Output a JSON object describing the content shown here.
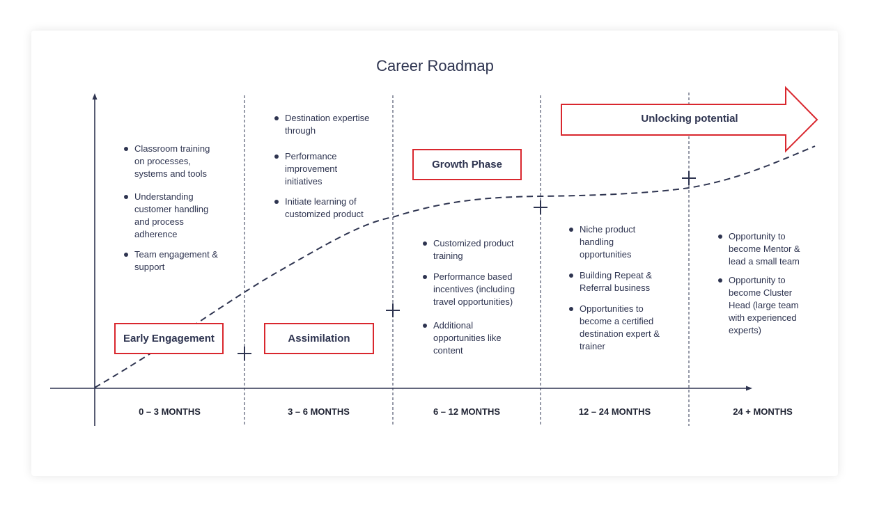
{
  "title": "Career Roadmap",
  "colors": {
    "ink": "#2e3450",
    "accent_red": "#d9272e",
    "card_bg": "#ffffff"
  },
  "phases": {
    "early_engagement": "Early Engagement",
    "assimilation": "Assimilation",
    "growth_phase": "Growth Phase",
    "unlocking_potential": "Unlocking potential"
  },
  "months": [
    "0 – 3 MONTHS",
    "3 – 6 MONTHS",
    "6 – 12 MONTHS",
    "12 – 24 MONTHS",
    "24 + MONTHS"
  ],
  "columns": [
    {
      "items": [
        "Classroom training on processes, systems and tools",
        "Understanding customer handling and process adherence",
        "Team engagement & support"
      ]
    },
    {
      "items": [
        "Destination expertise through",
        "Performance improvement initiatives",
        "Initiate learning of customized product"
      ]
    },
    {
      "items": [
        "Customized product training",
        "Performance based incentives (including travel opportunities)",
        "Additional opportunities like content"
      ]
    },
    {
      "items": [
        "Niche product handling opportunities",
        "Building Repeat & Referral business",
        "Opportunities to become a certified destination expert & trainer"
      ]
    },
    {
      "items": [
        "Opportunity to become Mentor & lead a small team",
        "Opportunity to become Cluster Head (large team with experienced experts)"
      ]
    }
  ]
}
